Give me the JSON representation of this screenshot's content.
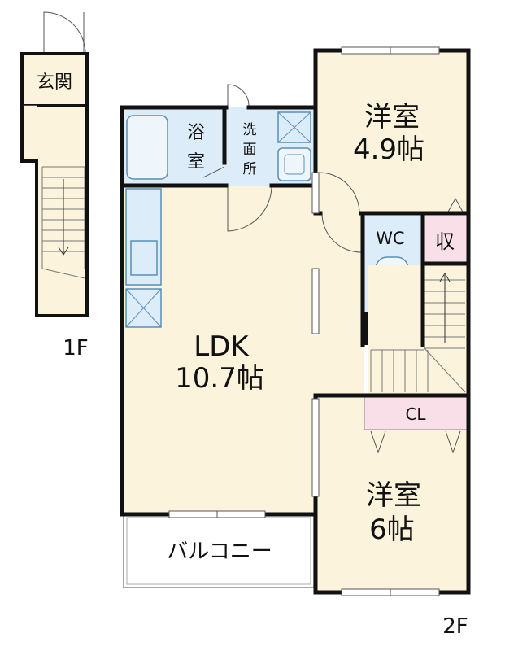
{
  "floor1": {
    "level_label": "1F",
    "entrance_label": "玄関"
  },
  "floor2": {
    "level_label": "2F",
    "bath_label_top": "浴",
    "bath_label_bottom": "室",
    "washroom_label_1": "洗",
    "washroom_label_2": "面",
    "washroom_label_3": "所",
    "bedroom1_name": "洋室",
    "bedroom1_size": "4.9帖",
    "wc_label": "WC",
    "storage_label": "収",
    "ldk_name": "LDK",
    "ldk_size": "10.7帖",
    "closet_label": "CL",
    "bedroom2_name": "洋室",
    "bedroom2_size": "6帖",
    "balcony_label": "バルコニー"
  },
  "colors": {
    "room_fill": "#fbf3dc",
    "wet_fill": "#dcecf8",
    "closet_fill": "#f9e0e8",
    "wall": "#111111",
    "fixture_stroke": "#5a8fb8"
  }
}
